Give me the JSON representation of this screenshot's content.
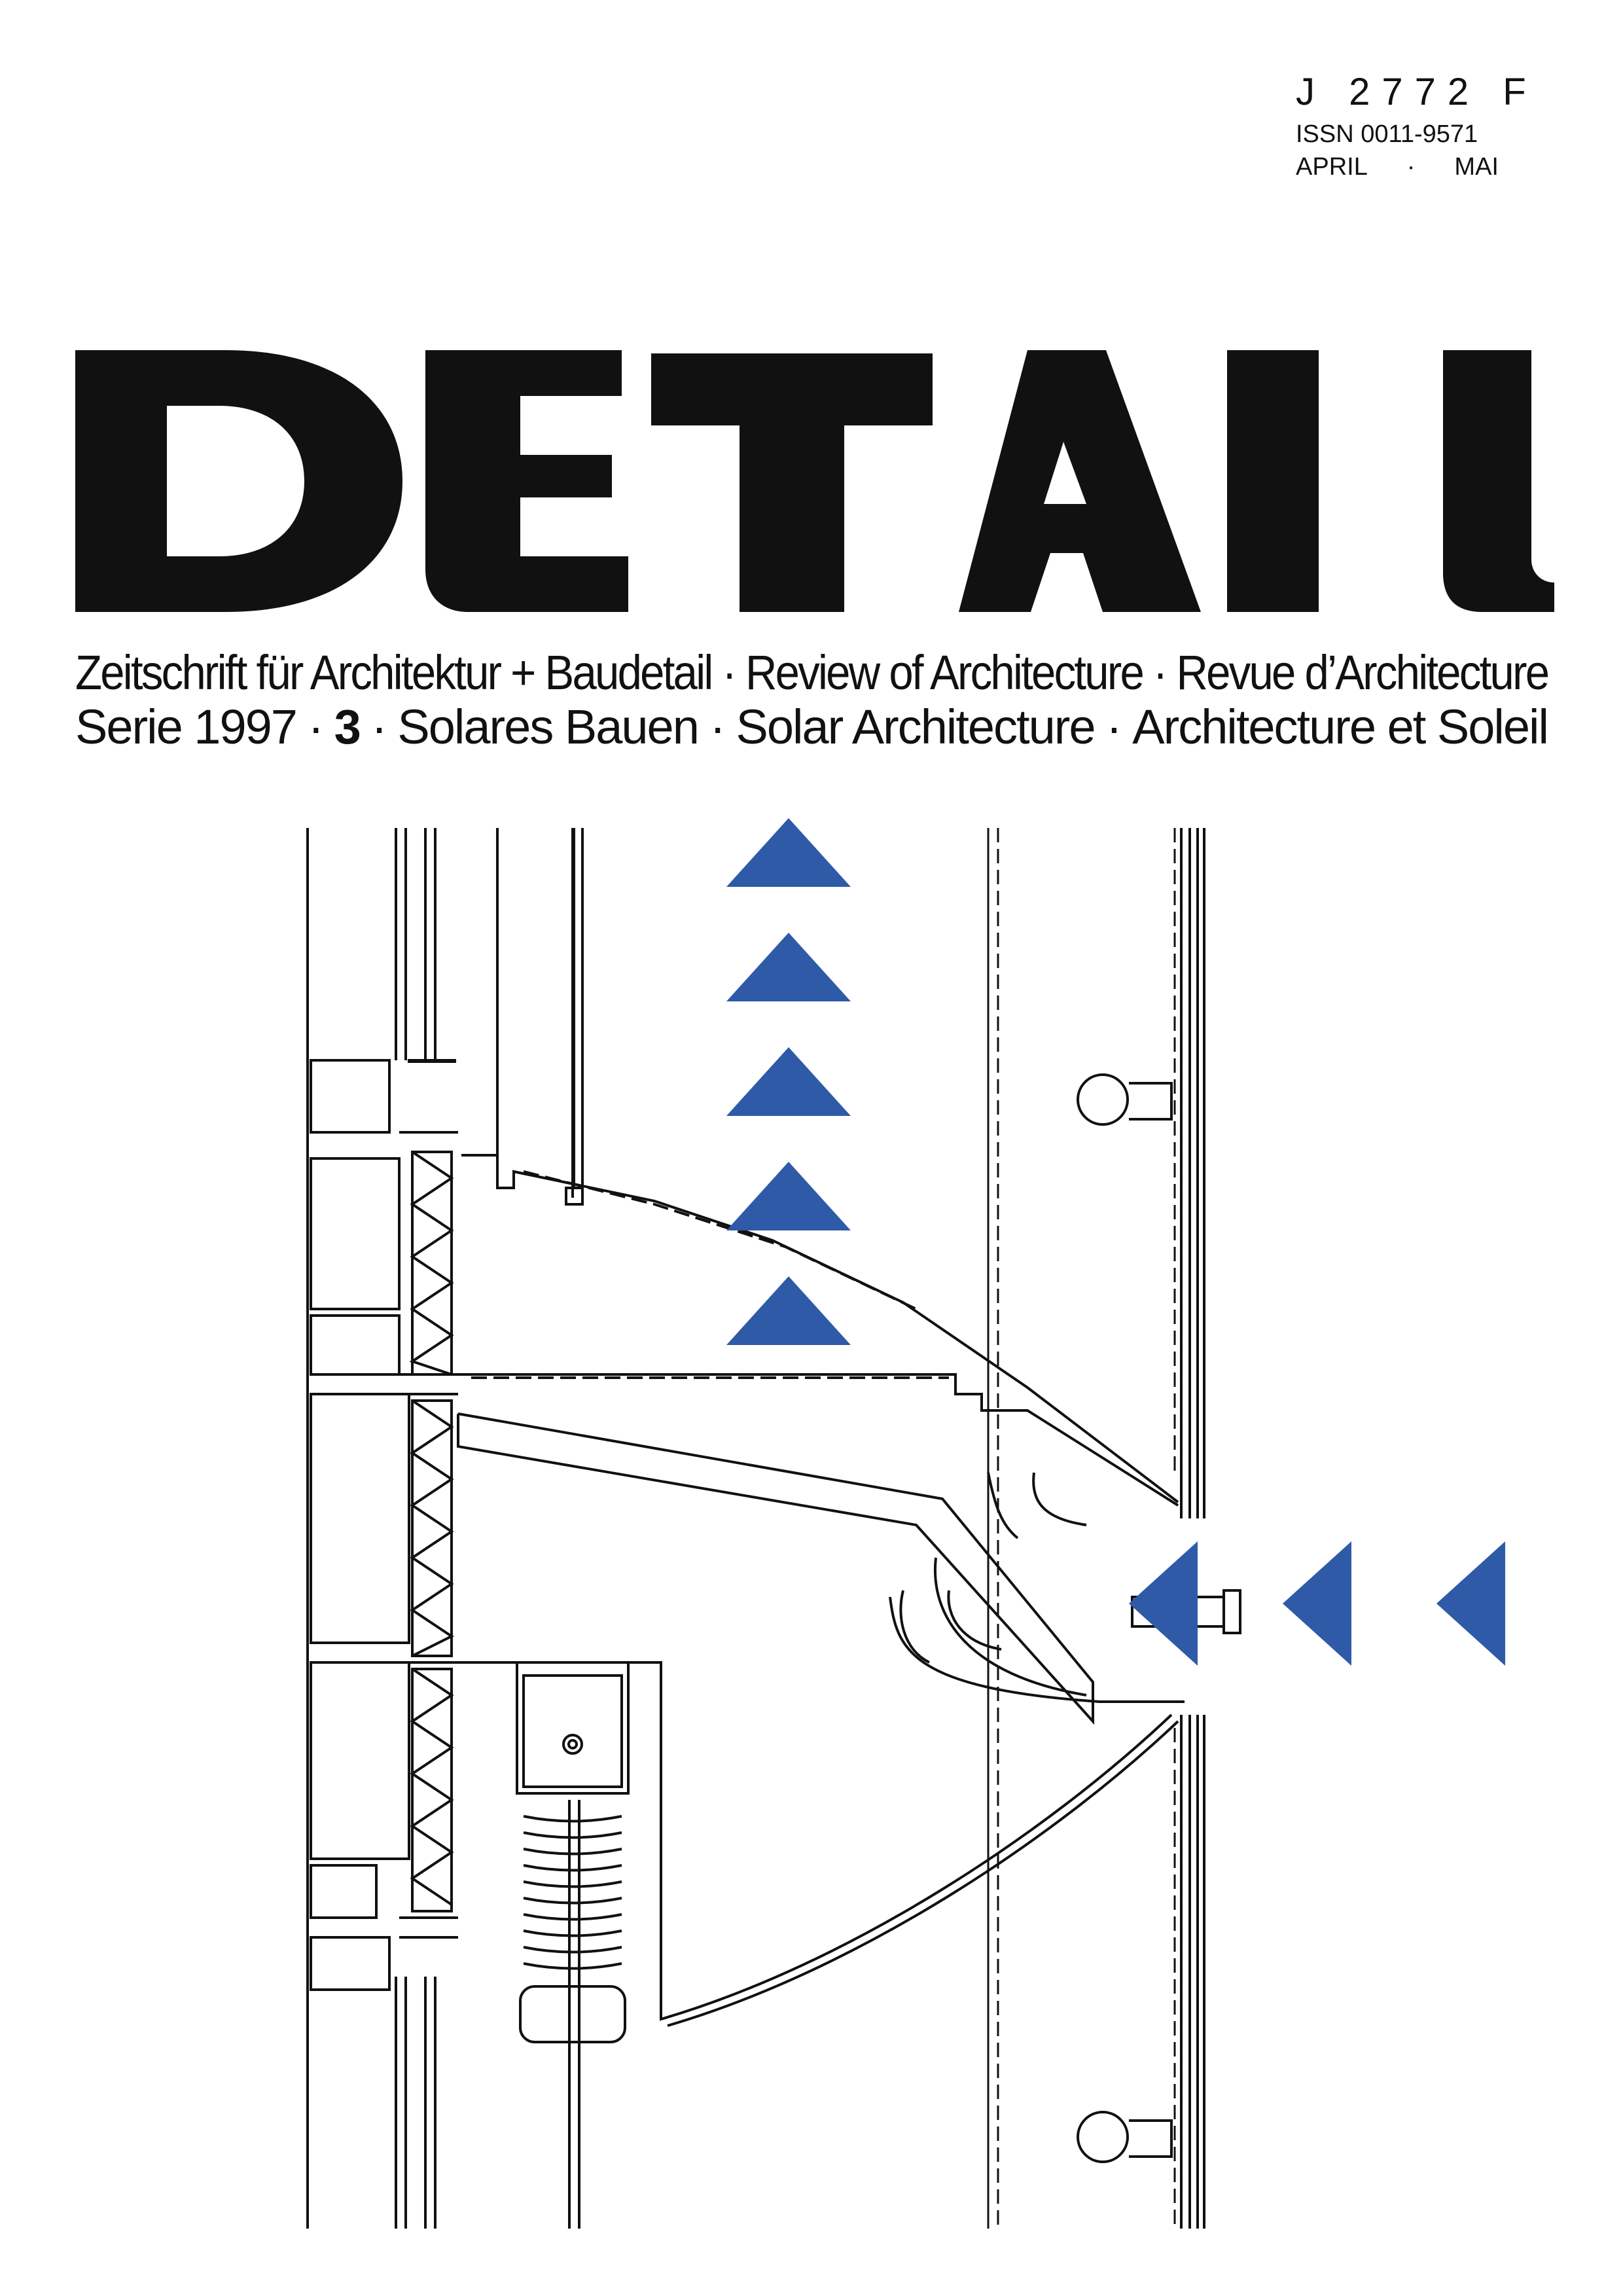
{
  "header": {
    "code": "J 2772 F",
    "issn": "ISSN 0011-9571",
    "month_1": "APRIL",
    "separator": "·",
    "month_2": "MAI"
  },
  "masthead": {
    "logo": "DETAIL"
  },
  "subtitle": {
    "line1": "Zeitschrift für Architektur + Baudetail · Review of Architecture · Revue d’Architecture",
    "serie": "Serie 1997",
    "dot": "·",
    "issue_number": "3",
    "topic_de": "Solares Bauen",
    "topic_en": "Solar Architecture",
    "topic_fr": "Architecture et Soleil"
  },
  "colors": {
    "accent_blue": "#2f5aa8",
    "ink": "#111111"
  }
}
